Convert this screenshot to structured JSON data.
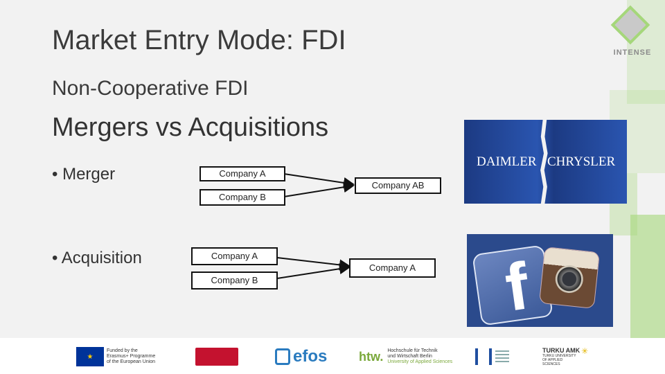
{
  "slide": {
    "title": "Market Entry Mode: FDI",
    "subtitle": "Non-Cooperative FDI",
    "section": "Mergers vs Acquisitions"
  },
  "merger": {
    "bullet": "• Merger",
    "input_a": "Company A",
    "input_b": "Company B",
    "result": "Company AB"
  },
  "acquisition": {
    "bullet": "• Acquisition",
    "input_a": "Company A",
    "input_b": "Company B",
    "result": "Company A"
  },
  "images": {
    "daimler_left": "DAIMLER",
    "daimler_right": "CHRYSLER",
    "facebook_letter": "f"
  },
  "branding": {
    "intense": "INTENSE"
  },
  "footer": {
    "erasmus_lines": [
      "Funded by the",
      "Erasmus+ Programme",
      "of the European Union"
    ],
    "efos": "efos",
    "htw": "htw.",
    "htw_lines": [
      "Hochschule für Technik",
      "und Wirtschaft Berlin"
    ],
    "htw_sub": "University of Applied Sciences",
    "turku": "TURKU AMK",
    "turku_sub": "TURKU UNIVERSITY OF APPLIED SCIENCES"
  },
  "colors": {
    "accent_green": "#a5d77a",
    "daimler_blue": "#1f3f8a",
    "facebook_blue": "#3b5998",
    "slide_bg": "#f2f2f2"
  }
}
